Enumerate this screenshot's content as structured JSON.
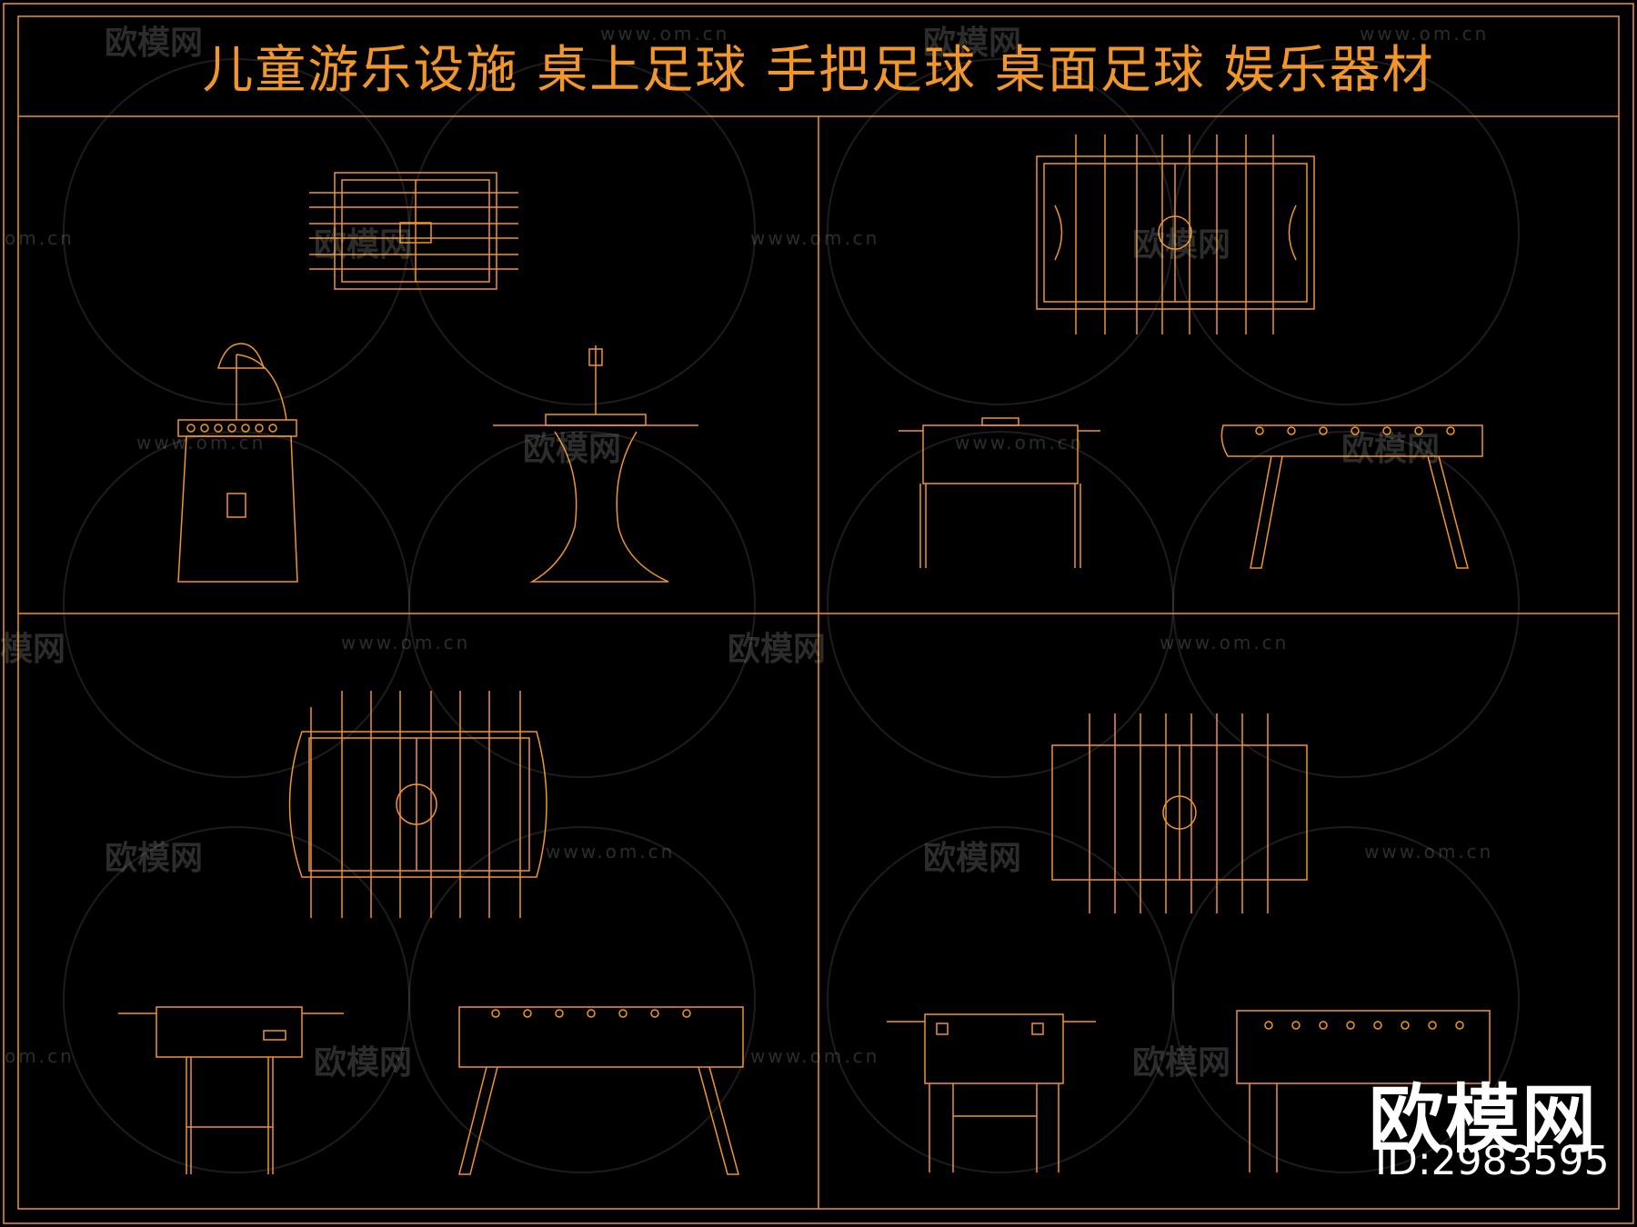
{
  "title": "儿童游乐设施 桌上足球 手把足球 桌面足球 娱乐器材",
  "brand": {
    "name": "欧模网",
    "id_label": "ID:2983595"
  },
  "watermark": {
    "url": "www.om.cn",
    "url_partial": "om.cn",
    "logo": "欧模网",
    "logo_partial": "模网"
  },
  "colors": {
    "background": "#000000",
    "line": "#f0962a",
    "brand_text": "#ffffff"
  }
}
